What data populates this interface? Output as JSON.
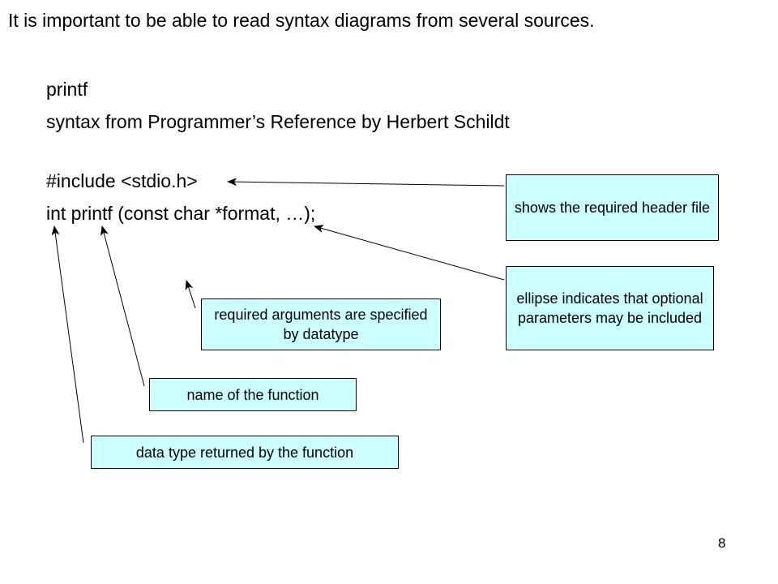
{
  "slide": {
    "title": "It is important to be able to read syntax diagrams from several sources.",
    "lines": {
      "function_name": "printf",
      "source": "syntax from Programmer’s Reference by Herbert Schildt",
      "include": "#include <stdio.h>",
      "prototype": "int printf (const char *format, …);"
    },
    "callouts": {
      "header_file": "shows the required header file",
      "ellipse": "ellipse indicates that optional parameters may be included",
      "required_args": "required arguments are specified by datatype",
      "function_name": "name of the function",
      "return_type": "data type returned by the function"
    },
    "page_number": "8"
  },
  "colors": {
    "callout_fill": "#ccffff",
    "border": "#000000",
    "text": "#000000"
  }
}
